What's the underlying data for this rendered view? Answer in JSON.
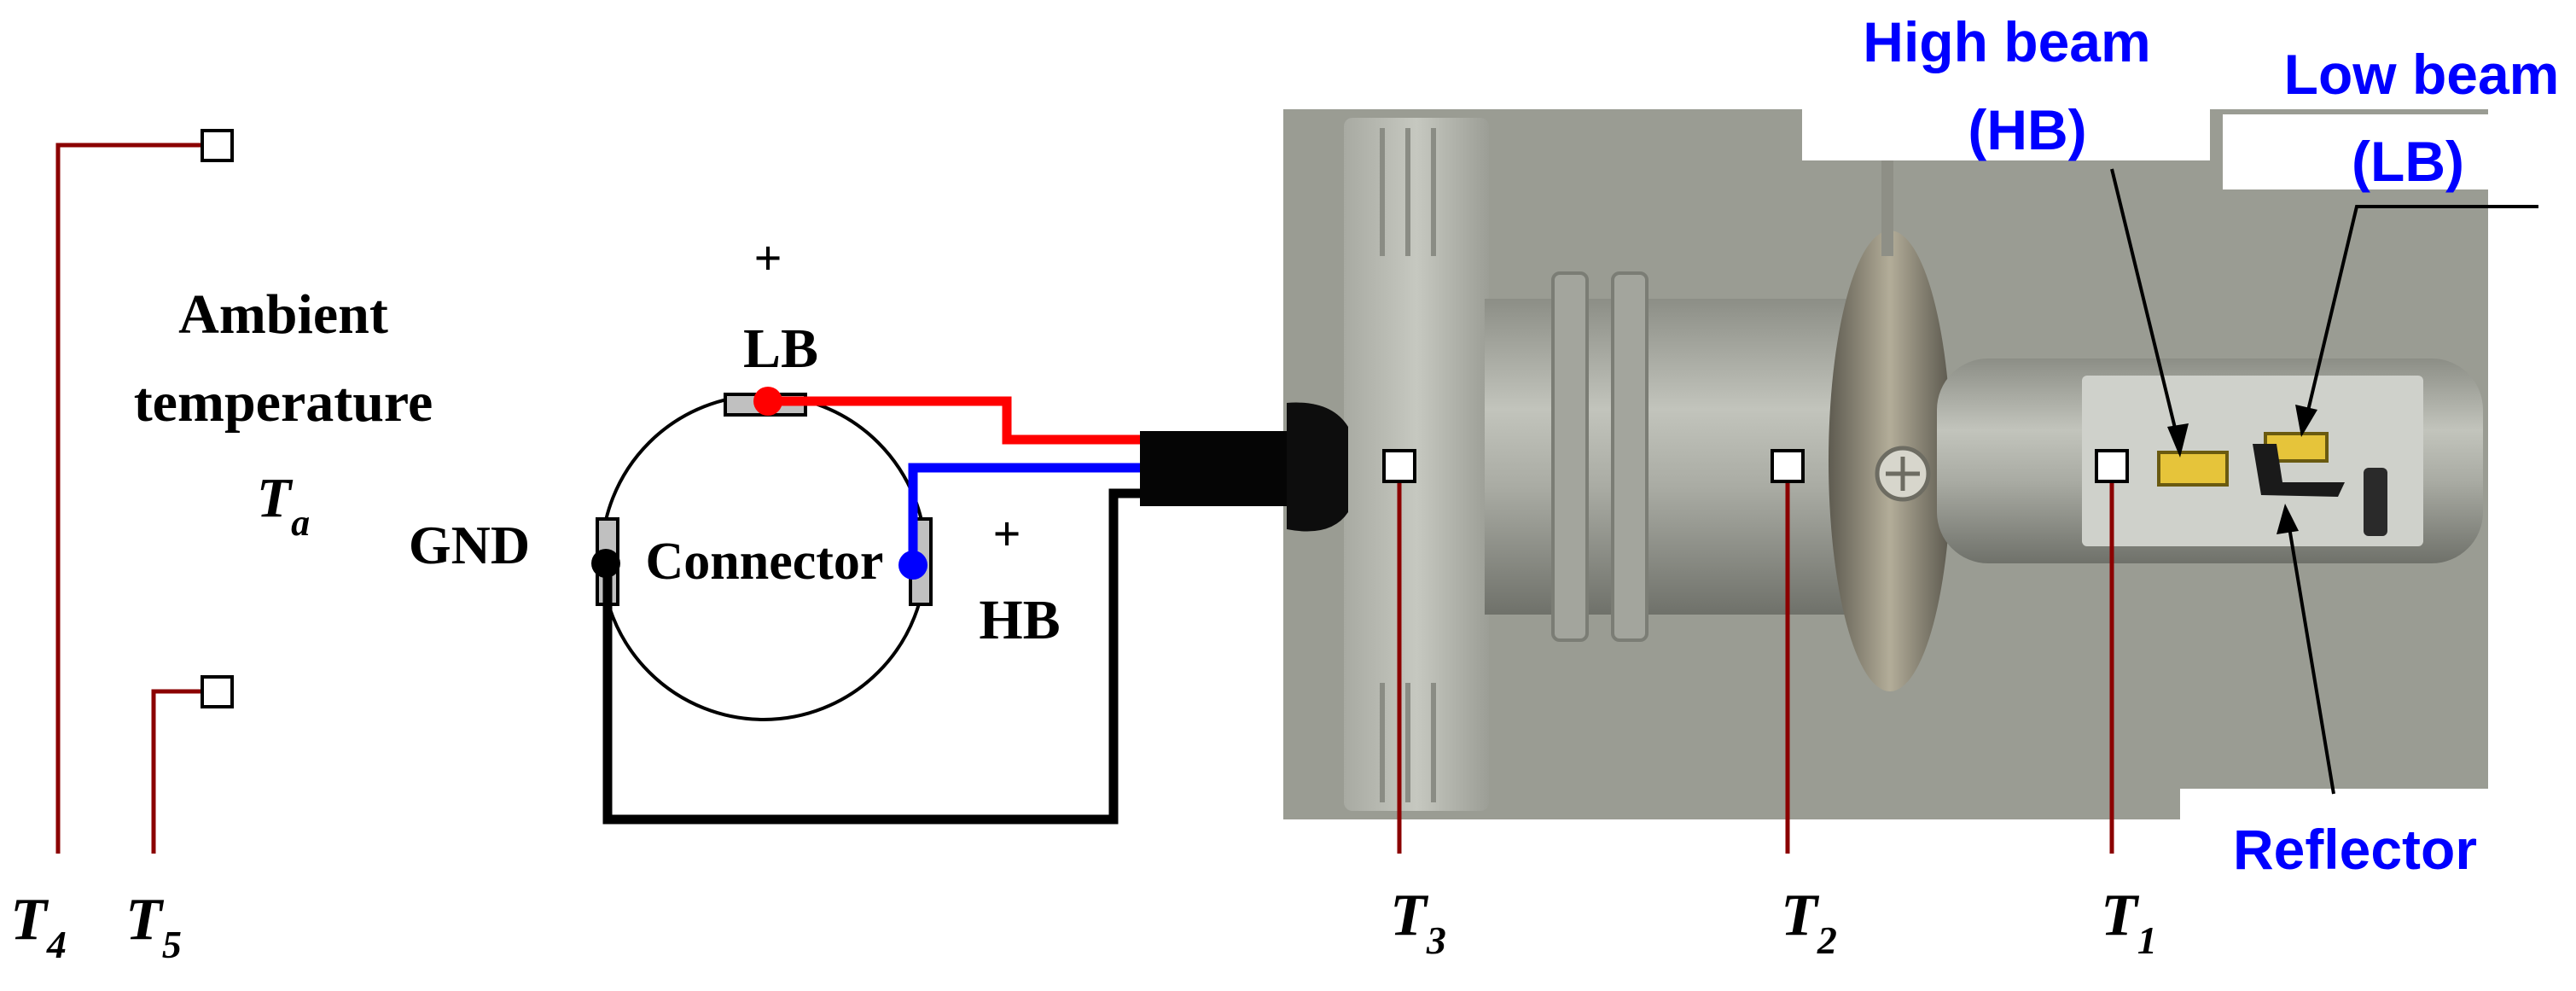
{
  "labels": {
    "ambient_line1": "Ambient",
    "ambient_line2": "temperature",
    "ambient_symbol": "T",
    "ambient_sub": "a",
    "gnd": "GND",
    "connector": "Connector",
    "lb_plus": "+",
    "lb": "LB",
    "hb_plus": "+",
    "hb": "HB",
    "high_beam_line1": "High beam",
    "high_beam_line2": "(HB)",
    "low_beam_line1": "Low beam",
    "low_beam_line2": "(LB)",
    "reflector": "Reflector"
  },
  "sensors": [
    {
      "symbol": "T",
      "sub": "4"
    },
    {
      "symbol": "T",
      "sub": "5"
    },
    {
      "symbol": "T",
      "sub": "3"
    },
    {
      "symbol": "T",
      "sub": "2"
    },
    {
      "symbol": "T",
      "sub": "1"
    }
  ],
  "colors": {
    "lb_wire": "#ff0000",
    "hb_wire": "#0000ff",
    "gnd_wire": "#000000",
    "sensor_lead": "#8b0000",
    "annotation_text": "#0000ff"
  }
}
